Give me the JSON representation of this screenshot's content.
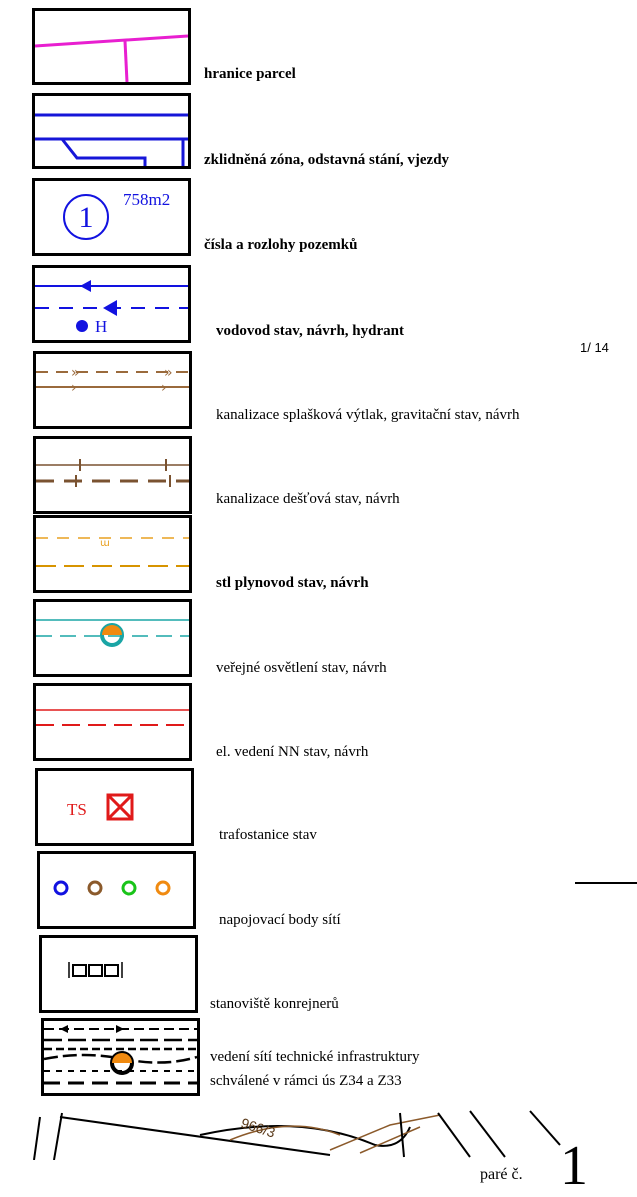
{
  "page": {
    "page_indicator": "1/ 14",
    "pare_label": "paré č.",
    "pare_number": "1"
  },
  "legend": {
    "items": [
      {
        "label": "hranice parcel"
      },
      {
        "label": "zklidněná zóna, odstavná stání, vjezdy"
      },
      {
        "label": "čísla a rozlohy pozemků",
        "symbol_number": "1",
        "symbol_area": "758m2"
      },
      {
        "label": "vodovod stav, návrh, hydrant",
        "symbol_text": "H"
      },
      {
        "label": "kanalizace splašková výtlak, gravitační stav, návrh"
      },
      {
        "label": "kanalizace dešťová stav, návrh"
      },
      {
        "label": "stl plynovod stav, návrh"
      },
      {
        "label": "veřejné osvětlení stav, návrh"
      },
      {
        "label": "el. vedení NN stav, návrh"
      },
      {
        "label": "trafostanice stav",
        "symbol_text": "TS"
      },
      {
        "label": "napojovací body sítí"
      },
      {
        "label": "stanoviště konrejnerů"
      },
      {
        "label": "vedení sítí technické infrastruktury",
        "label_line2": "schválené v rámci ús Z34 a Z33"
      }
    ]
  },
  "map_fragment": {
    "parcel_label": "966/3"
  },
  "colors": {
    "parcel": "#e81fd0",
    "zone": "#1616d8",
    "water": "#1212e0",
    "sewer": "#9a6a3c",
    "storm": "#7a5230",
    "gas": "#e8a020",
    "lighting": "#1aa5a5",
    "power": "#e01a1a",
    "transformer": "#e01a1a",
    "green": "#19c419",
    "orange": "#f08a10",
    "brown": "#8b5a2b"
  }
}
